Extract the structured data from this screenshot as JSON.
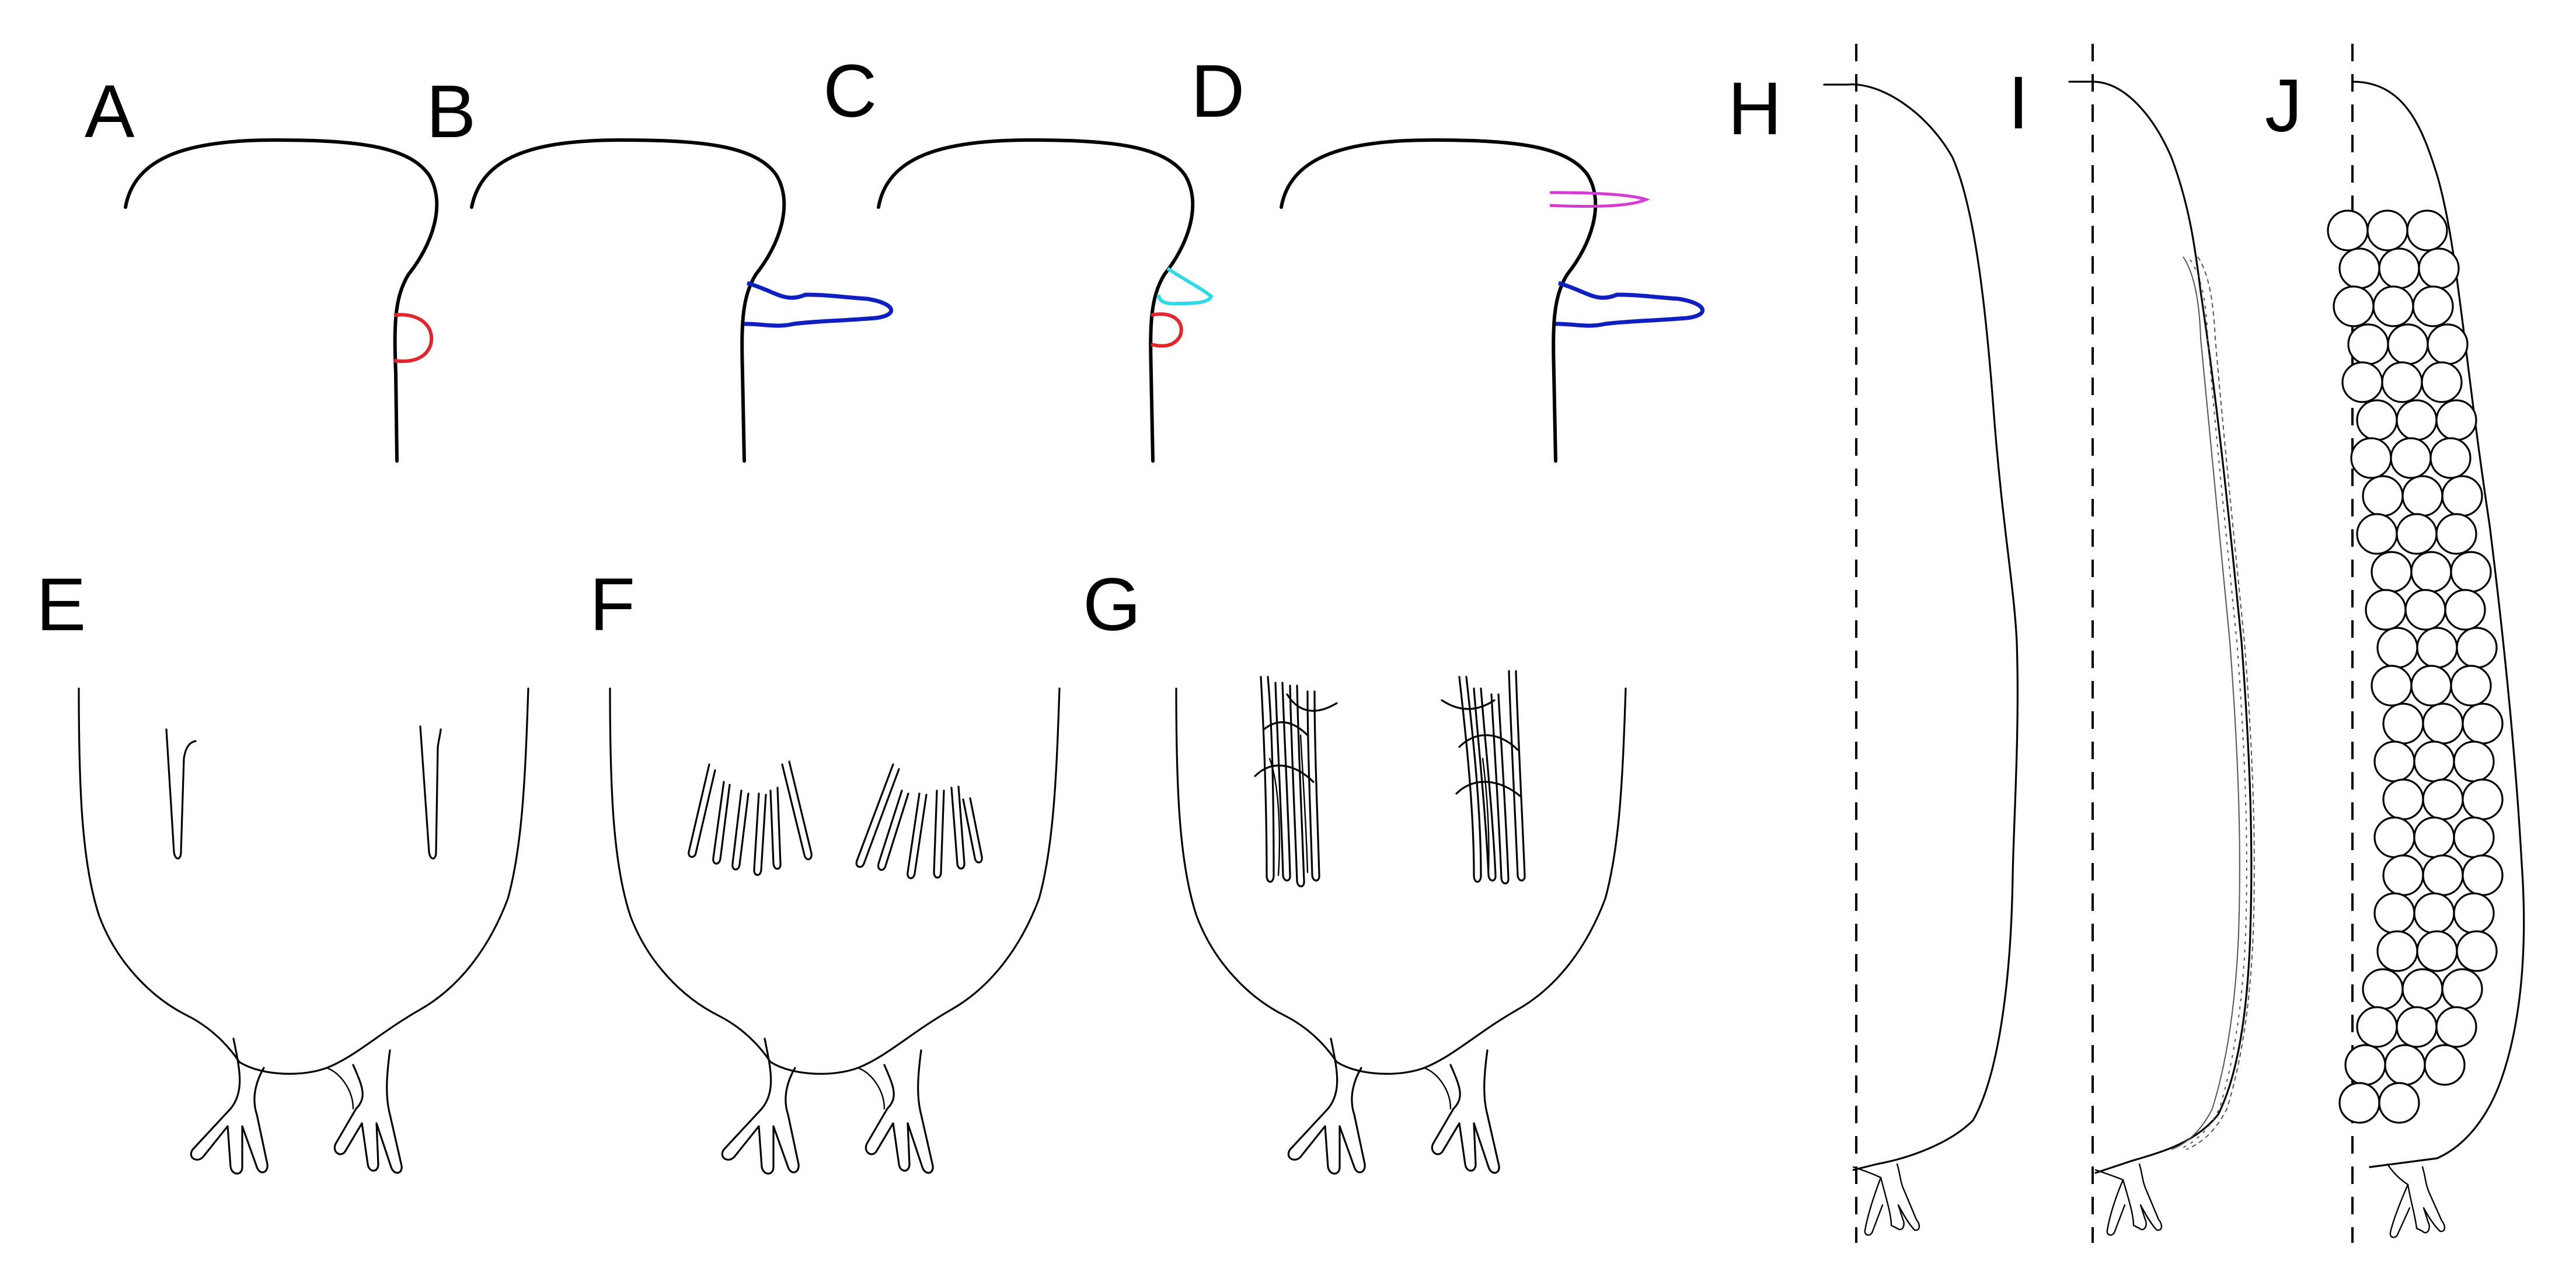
{
  "panels": [
    {
      "id": "a",
      "label": "A"
    },
    {
      "id": "b",
      "label": "B"
    },
    {
      "id": "c",
      "label": "C"
    },
    {
      "id": "d",
      "label": "D"
    },
    {
      "id": "e",
      "label": "E"
    },
    {
      "id": "f",
      "label": "F"
    },
    {
      "id": "g",
      "label": "G"
    },
    {
      "id": "h",
      "label": "H"
    },
    {
      "id": "i",
      "label": "I"
    },
    {
      "id": "j",
      "label": "J"
    }
  ],
  "colors": {
    "outline": "#000000",
    "red": "#e0262b",
    "blue": "#1020c0",
    "cyan": "#30d8e8",
    "magenta": "#d23cd2"
  }
}
